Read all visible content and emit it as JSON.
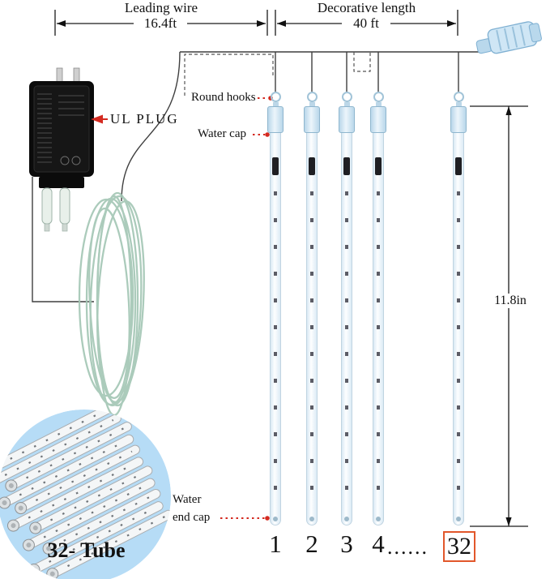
{
  "dims": {
    "leading_wire_label": "Leading wire",
    "leading_wire_value": "16.4ft",
    "decorative_label": "Decorative length",
    "decorative_value": "40 ft",
    "height_value": "11.8in"
  },
  "callouts": {
    "plug": "UL PLUG",
    "round_hooks": "Round hooks",
    "water_cap": "Water cap",
    "water_end_line1": "Water",
    "water_end_line2": "end cap",
    "bundle": "32- Tube"
  },
  "tube_numbers": [
    "1",
    "2",
    "3",
    "4",
    "......",
    "32"
  ],
  "colors": {
    "accent_red": "#d42a20",
    "number_box_red": "#e2572b",
    "tube_blue": "#cde4f4",
    "circle_blue": "#b6dcf6",
    "coil_green": "#a3c6b4",
    "plug_black": "#0b0b0b"
  }
}
